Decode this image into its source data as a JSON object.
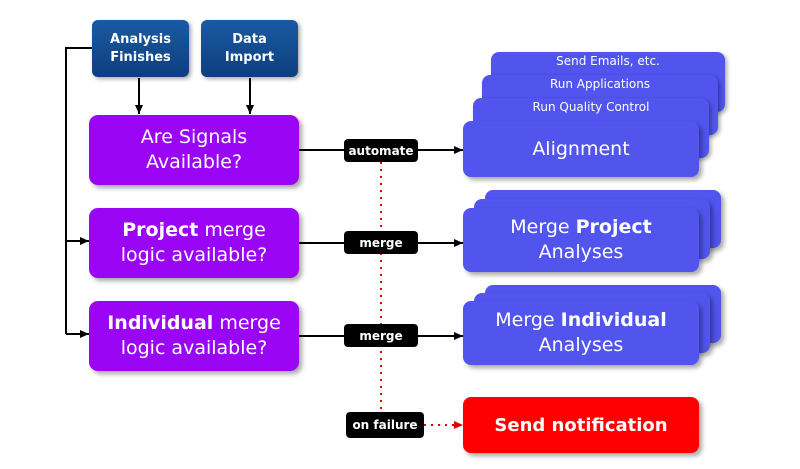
{
  "triggers": {
    "analysis_finishes": [
      "Analysis",
      "Finishes"
    ],
    "data_import": [
      "Data",
      "Import"
    ]
  },
  "decisions": {
    "signals": [
      "Are Signals",
      "Available?"
    ],
    "project": {
      "bold": "Project",
      "rest": " merge",
      "line2": "logic available?"
    },
    "individual": {
      "bold": "Individual",
      "rest": " merge",
      "line2": "logic available?"
    }
  },
  "alignment_stack": {
    "back_cards": [
      "Send Emails, etc.",
      "Run Applications",
      "Run Quality Control"
    ],
    "front": "Alignment"
  },
  "merge_project": {
    "prefix": "Merge ",
    "bold": "Project",
    "line2": "Analyses"
  },
  "merge_individual": {
    "prefix": "Merge ",
    "bold": "Individual",
    "line2": "Analyses"
  },
  "connector_labels": {
    "automate": "automate",
    "merge_project": "merge",
    "merge_individual": "merge",
    "on_failure": "on failure"
  },
  "failure_action": "Send notification",
  "colors": {
    "trigger": "#0d3f7e",
    "decision": "#9a05f5",
    "action": "#5155ee",
    "failure": "#ff0000",
    "label": "#000000"
  }
}
